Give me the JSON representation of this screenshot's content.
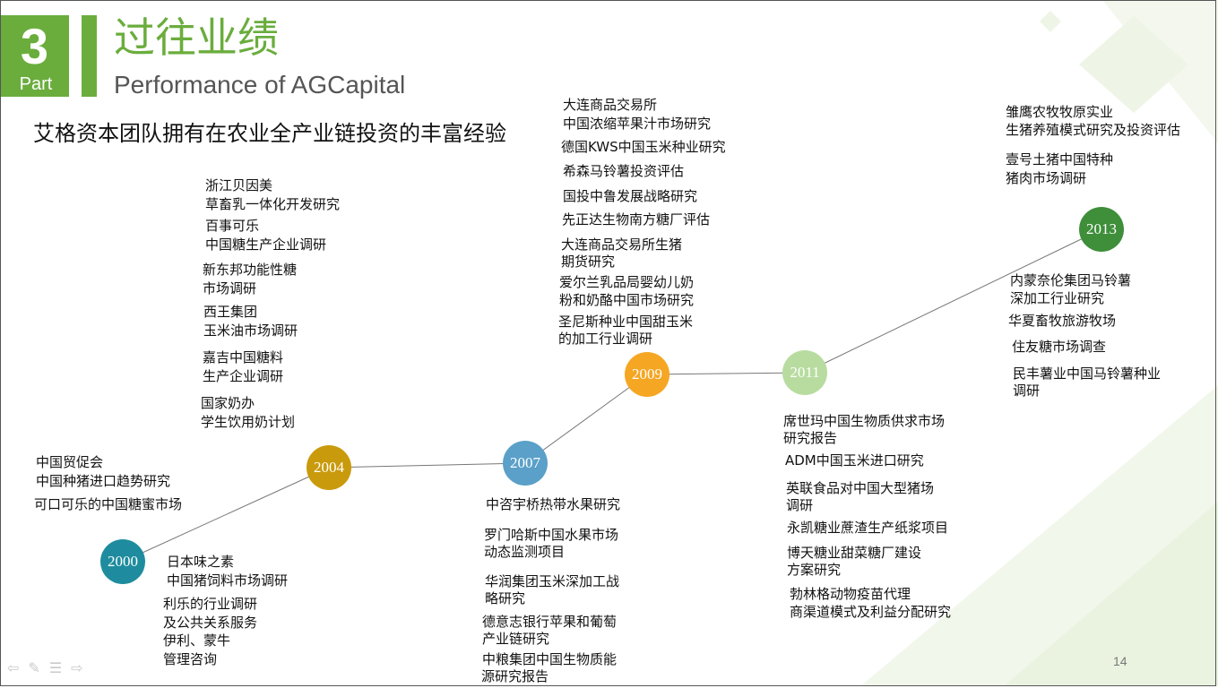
{
  "badge": {
    "number": "3",
    "label": "Part"
  },
  "title": {
    "cn": "过往业绩",
    "en": "Performance of AGCapital"
  },
  "subtitle": "艾格资本团队拥有在农业全产业链投资的丰富经验",
  "colors": {
    "accent": "#6aad3d",
    "y2000": "#1e8c9e",
    "y2004": "#c99a0c",
    "y2007": "#5aa0c8",
    "y2009": "#f5a623",
    "y2011": "#b8dca0",
    "y2013": "#3e8e3a"
  },
  "nodes": [
    {
      "year": "2000"
    },
    {
      "year": "2004"
    },
    {
      "year": "2007"
    },
    {
      "year": "2009"
    },
    {
      "year": "2011"
    },
    {
      "year": "2013"
    }
  ],
  "projects": {
    "g2000_above": [
      "中国贸促会",
      "中国种猪进口趋势研究",
      "可口可乐的中国糖蜜市场"
    ],
    "g2000_below": [
      "日本味之素",
      "中国猪饲料市场调研",
      "利乐的行业调研",
      "及公共关系服务",
      "伊利、蒙牛",
      "管理咨询"
    ],
    "g2004": [
      "浙江贝因美",
      "草畜乳一体化开发研究",
      "百事可乐",
      "中国糖生产企业调研",
      "新东邦功能性糖",
      "市场调研",
      "西王集团",
      "玉米油市场调研",
      "嘉吉中国糖料",
      "生产企业调研",
      "国家奶办",
      "学生饮用奶计划"
    ],
    "g2007": [
      "中咨宇桥热带水果研究",
      "罗门哈斯中国水果市场",
      "动态监测项目",
      "华润集团玉米深加工战",
      "略研究",
      "德意志银行苹果和葡萄",
      "产业链研究",
      "中粮集团中国生物质能",
      "源研究报告"
    ],
    "g2009": [
      "大连商品交易所",
      "中国浓缩苹果汁市场研究",
      "德国KWS中国玉米种业研究",
      "希森马铃薯投资评估",
      "国投中鲁发展战略研究",
      "先正达生物南方糖厂评估",
      "大连商品交易所生猪",
      "期货研究",
      "爱尔兰乳品局婴幼儿奶",
      "粉和奶酪中国市场研究",
      "圣尼斯种业中国甜玉米",
      "的加工行业调研"
    ],
    "g2011": [
      "席世玛中国生物质供求市场",
      "研究报告",
      "ADM中国玉米进口研究",
      "英联食品对中国大型猪场",
      "调研",
      "永凯糖业蔗渣生产纸浆项目",
      "博天糖业甜菜糖厂建设",
      "方案研究",
      "勃林格动物疫苗代理",
      "商渠道模式及利益分配研究"
    ],
    "g2013_above": [
      "雏鹰农牧牧原实业",
      "生猪养殖模式研究及投资评估",
      "壹号土猪中国特种",
      "猪肉市场调研"
    ],
    "g2013_below": [
      "内蒙奈伦集团马铃薯",
      "深加工行业研究",
      "华夏畜牧旅游牧场",
      "住友糖市场调查",
      "民丰薯业中国马铃薯种业",
      "调研"
    ]
  },
  "page_number": "14",
  "nav_icons": [
    "arrow-left-icon",
    "pen-icon",
    "menu-icon",
    "arrow-right-icon"
  ]
}
